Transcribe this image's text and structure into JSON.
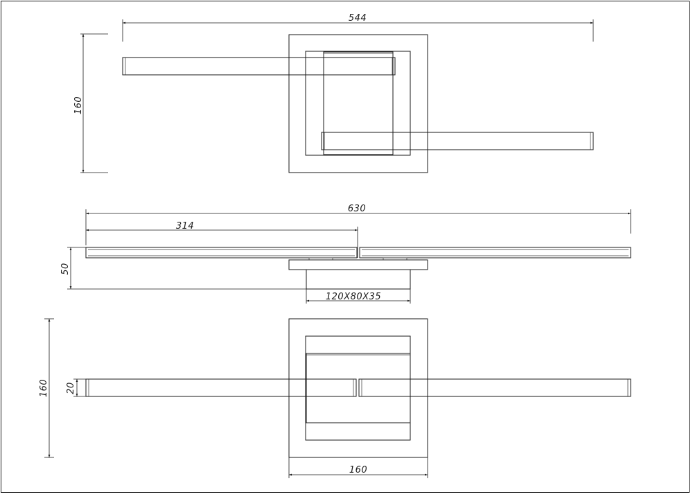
{
  "dimensions": {
    "top_width": "544",
    "top_height": "160",
    "side_total_width": "630",
    "side_half_width": "314",
    "side_height": "50",
    "canopy_size": "120X80X35",
    "bottom_height": "160",
    "bar_thickness": "20",
    "bottom_base_width": "160"
  },
  "colors": {
    "line": "#1a1a1a",
    "background": "#ffffff"
  }
}
